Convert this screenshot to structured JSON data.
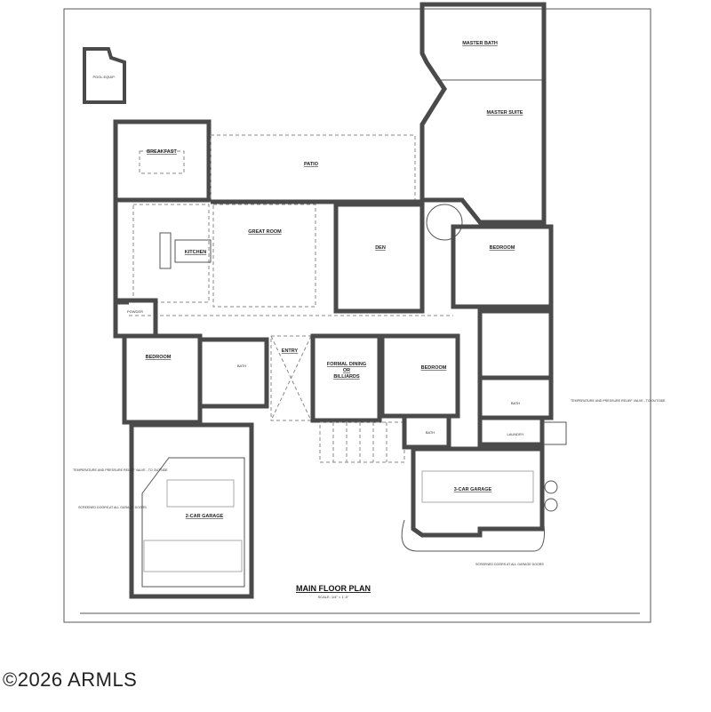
{
  "plan": {
    "title": "MAIN FLOOR PLAN",
    "scale": "SCALE: 1/4\" = 1'-0\"",
    "rooms": {
      "pool_equip": "POOL EQUIP.",
      "breakfast": "BREAKFAST",
      "patio": "PATIO",
      "great_room": "GREAT ROOM",
      "kitchen": "KITCHEN",
      "den": "DEN",
      "master_suite": "MASTER SUITE",
      "master_bath": "MASTER BATH",
      "bedroom_1": "BEDROOM",
      "bedroom_2": "BEDROOM",
      "bedroom_3": "BEDROOM",
      "bath_1": "BATH",
      "bath_2": "BATH",
      "bath_3": "BATH",
      "powder": "POWDER",
      "entry": "ENTRY",
      "formal_dining_1": "FORMAL DINING",
      "formal_dining_2": "OR",
      "formal_dining_3": "BILLIARDS",
      "garage_2": "2-CAR GARAGE",
      "garage_3": "3-CAR GARAGE",
      "laundry": "LAUNDRY"
    },
    "notes": {
      "relief_valve": "TEMPERATURE AND PRESSURE RELIEF VALVE - TO OUTSIDE",
      "relief_valve_left": "TEMPERATURE AND PRESSURE RELIEF VALVE - TO OUTSIDE",
      "garage_doors_left": "SCREENED DOORS AT ALL GARAGE DOORS",
      "garage_doors_right": "SCREENED DOORS AT ALL GARAGE DOORS"
    }
  },
  "watermark": "©2026 ARMLS"
}
